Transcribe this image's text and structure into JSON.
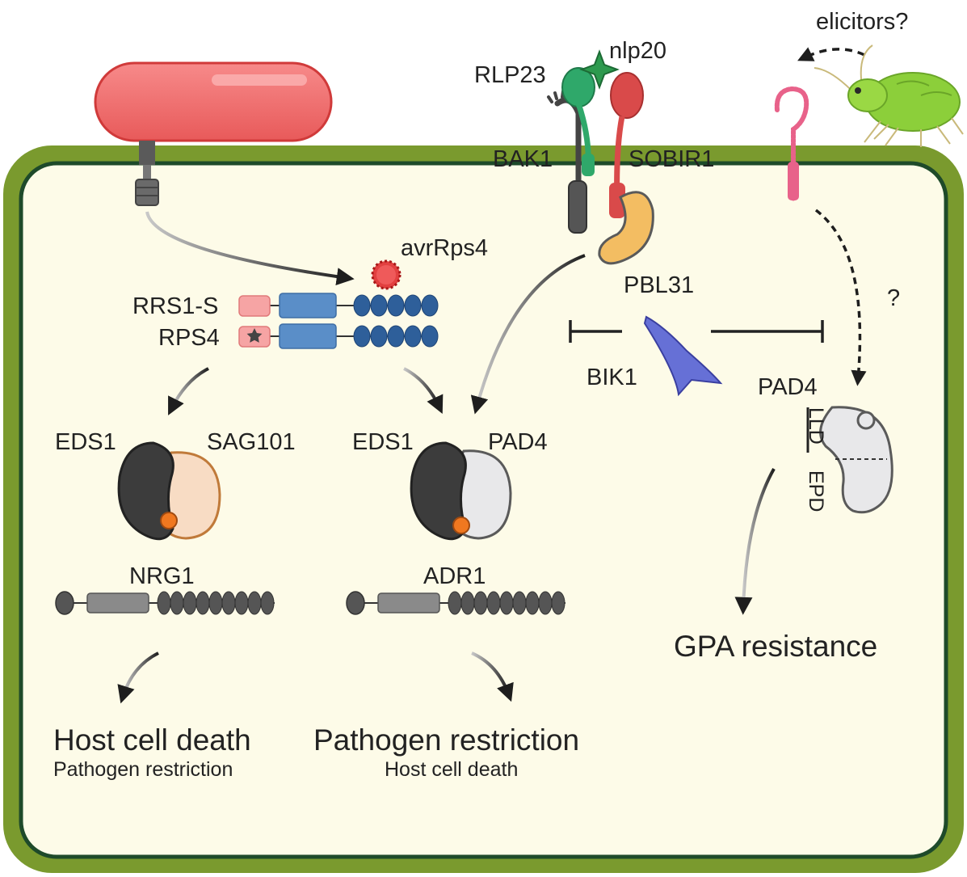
{
  "labels": {
    "elicitors": "elicitors?",
    "rlp23": "RLP23",
    "nlp20": "nlp20",
    "bak1": "BAK1",
    "sobir1": "SOBIR1",
    "avrrps4": "avrRps4",
    "rrs1s": "RRS1-S",
    "rps4": "RPS4",
    "pbl31": "PBL31",
    "bik1": "BIK1",
    "question": "?",
    "pad4_right": "PAD4",
    "lld": "LLD",
    "epd": "EPD",
    "eds1_left": "EDS1",
    "sag101": "SAG101",
    "eds1_mid": "EDS1",
    "pad4_mid": "PAD4",
    "nrg1": "NRG1",
    "adr1": "ADR1",
    "gpa_resistance": "GPA resistance",
    "host_cell_death_main": "Host cell death",
    "pathogen_restriction_sub": "Pathogen restriction",
    "pathogen_restriction_main": "Pathogen restriction",
    "host_cell_death_sub": "Host cell death"
  },
  "colors": {
    "cell_wall": "#7a9a2e",
    "cytoplasm": "#fdfbe8",
    "membrane": "#1e4a2a",
    "bacterium": "#f07575",
    "eds1": "#3c3c3c",
    "sag101": "#f8dcc4",
    "pad4": "#e8e8ea",
    "blue_domain": "#5a8ec8",
    "bead": "#2e5f9a",
    "pink_domain": "#f6a4a4",
    "rlp23": "#2fa86a",
    "sobir1": "#d94a4a",
    "pbl31": "#f3bd62",
    "bik1": "#6670d6",
    "receptor_pink": "#e8628a",
    "orange_dot": "#f07820"
  },
  "icons": [
    "bacterium-icon",
    "t3ss-needle-icon",
    "aphid-icon",
    "nlp20-star-icon",
    "avrrps4-effector-icon"
  ]
}
